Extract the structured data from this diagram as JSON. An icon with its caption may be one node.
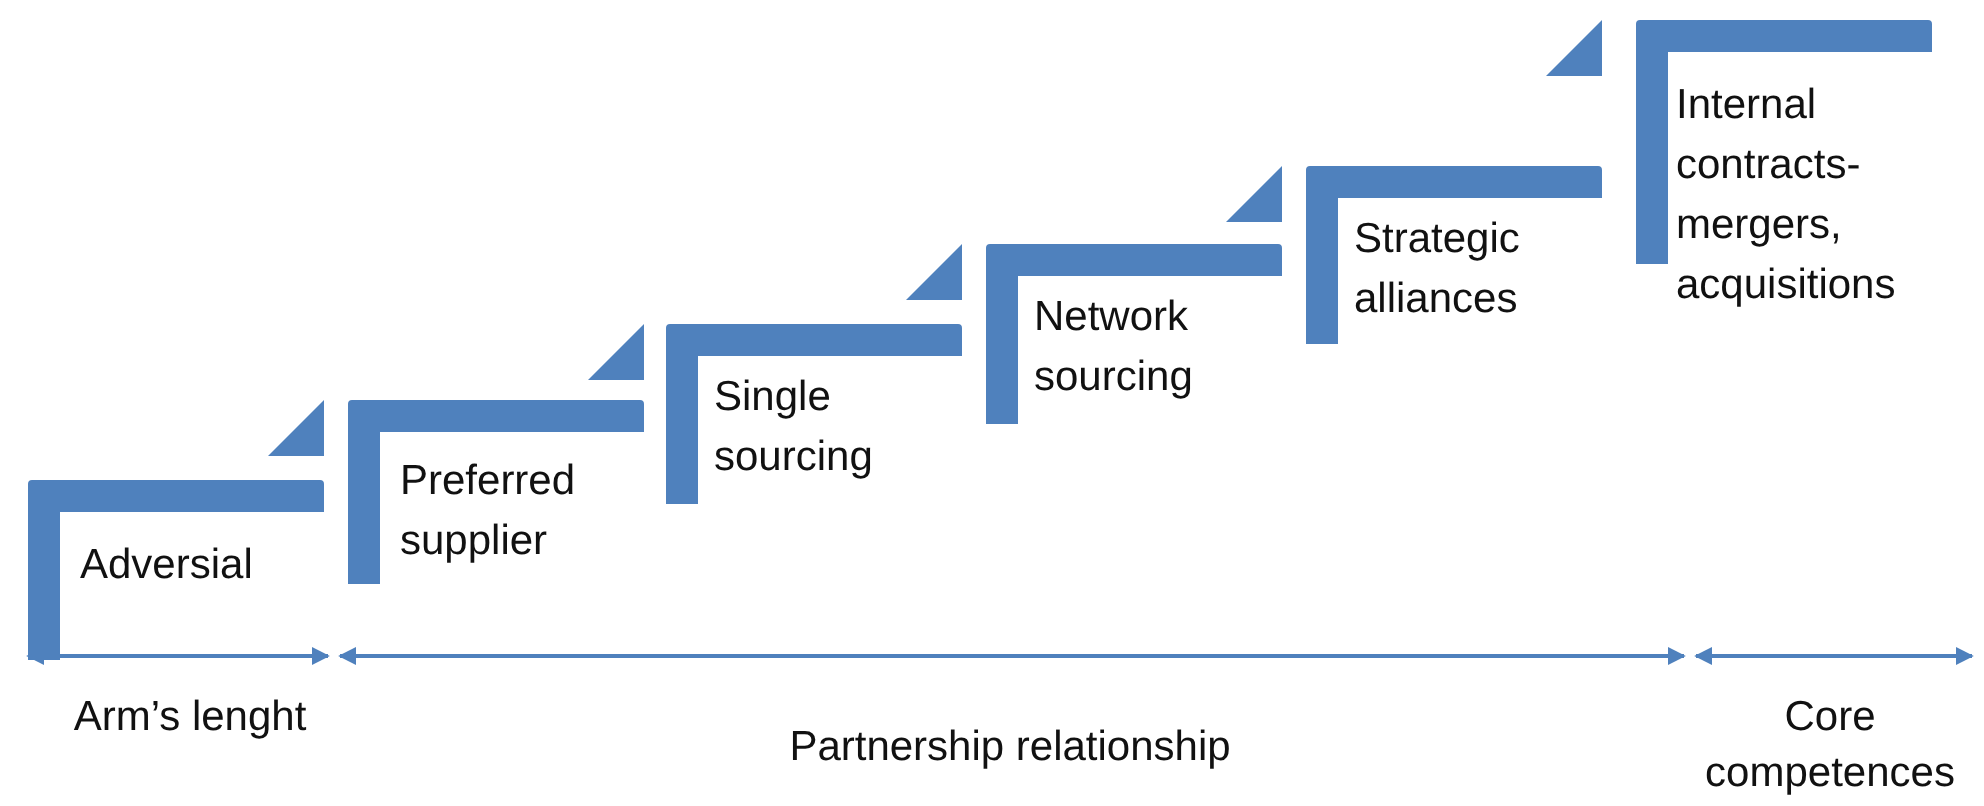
{
  "diagram": {
    "nodes": [
      {
        "text": [
          "Adversial"
        ]
      },
      {
        "text": [
          "Preferred supplier"
        ]
      },
      {
        "text": [
          "Single sourcing"
        ]
      },
      {
        "text": [
          "Network sourcing"
        ]
      },
      {
        "text": [
          "Strategic alliances"
        ]
      },
      {
        "text": [
          "Internal contracts-mergers, acquisitions"
        ]
      }
    ],
    "edges": [],
    "labels": [
      "Arm’s lenght",
      "Partnership relationship",
      "Core competences"
    ]
  }
}
